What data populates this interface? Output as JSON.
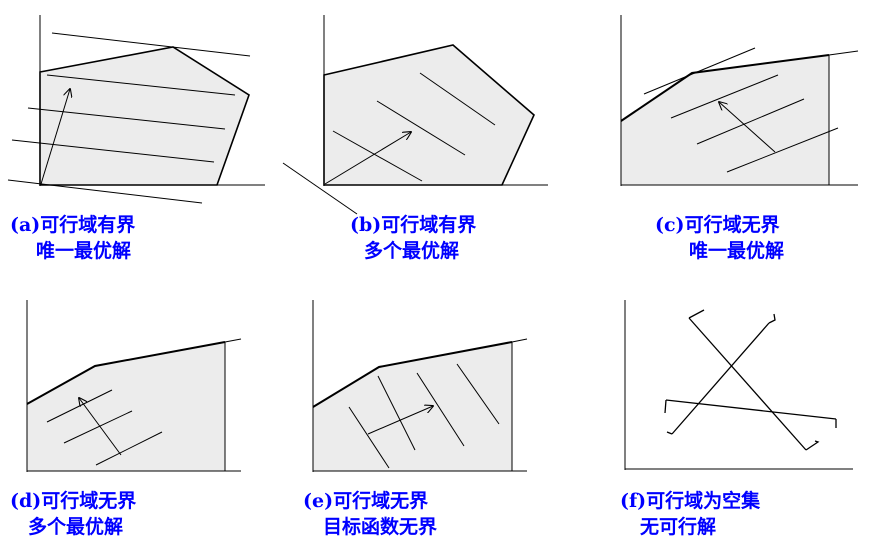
{
  "panels": [
    {
      "id": "a",
      "tag": "(a)",
      "title": "可行域有界",
      "subtitle": "唯一最优解"
    },
    {
      "id": "b",
      "tag": "(b)",
      "title": "可行域有界",
      "subtitle": "多个最优解"
    },
    {
      "id": "c",
      "tag": "(c)",
      "title": "可行域无界",
      "subtitle": "唯一最优解"
    },
    {
      "id": "d",
      "tag": "(d)",
      "title": "可行域无界",
      "subtitle": "多个最优解"
    },
    {
      "id": "e",
      "tag": "(e)",
      "title": "可行域无界",
      "subtitle": "目标函数无界"
    },
    {
      "id": "f",
      "tag": "(f)",
      "title": "可行域为空集",
      "subtitle": "无可行解"
    }
  ],
  "colors": {
    "caption": "#0000ff",
    "region_fill": "#ececec",
    "line": "#000000"
  }
}
